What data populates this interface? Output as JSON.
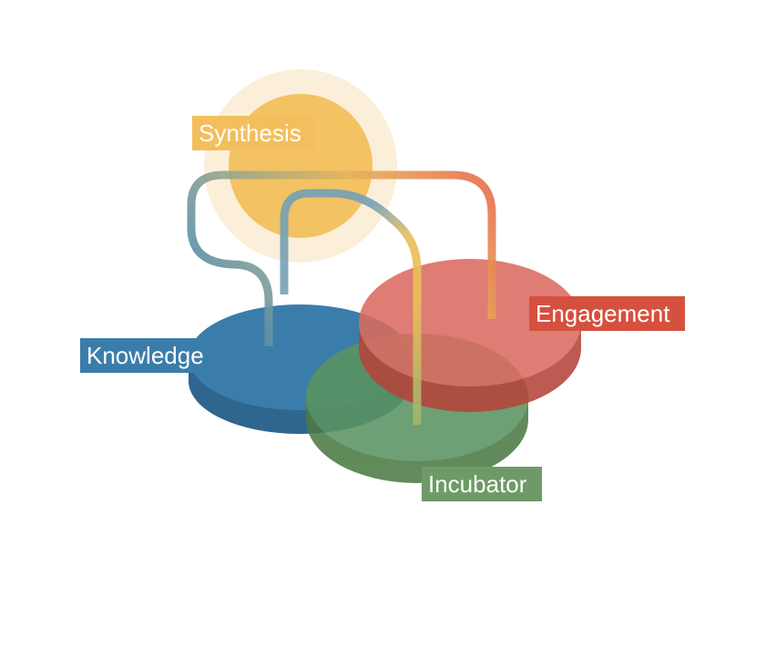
{
  "labels": {
    "synthesis": "Synthesis",
    "engagement": "Engagement",
    "knowledge": "Knowledge",
    "incubator": "Incubator"
  },
  "colors": {
    "synthesis": "#F2BF5C",
    "synthesis_halo": "#FBEFD9",
    "engagement": "#DB6B60",
    "engagement_label": "#D5503E",
    "knowledge": "#3B7DAA",
    "incubator": "#6A955F",
    "incubator_label": "#6E9A67"
  }
}
